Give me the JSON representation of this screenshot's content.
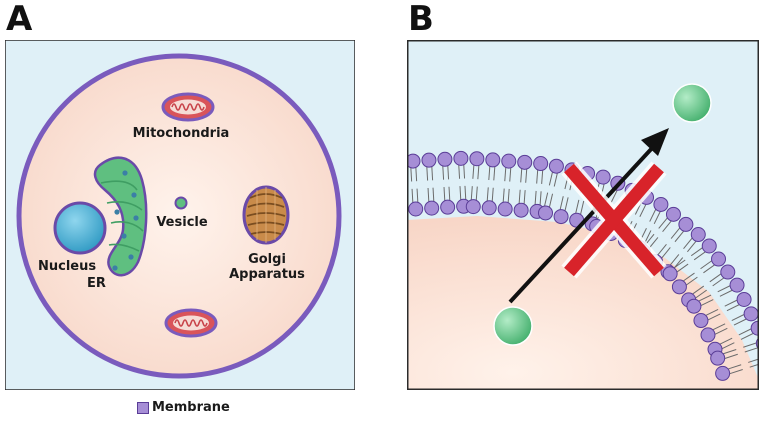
{
  "panels": {
    "a": {
      "letter": "A",
      "labels": {
        "mitochondria": "Mitochondria",
        "vesicle": "Vesicle",
        "nucleus": "Nucleus",
        "er": "ER",
        "golgi_line1": "Golgi",
        "golgi_line2": "Apparatus"
      }
    },
    "b": {
      "letter": "B"
    }
  },
  "legend": {
    "label": "Membrane"
  },
  "colors": {
    "background": "#dff0f7",
    "cytoplasm": "#fbe3d8",
    "membrane": "#a68ed6",
    "membrane_outline": "#5a3d97",
    "nucleus": "#4bb3d6",
    "er": "#5fbf80",
    "golgi": "#c98b4a",
    "mitochondria": "#d9545a",
    "molecule": "#6fce93",
    "blocked_mark": "#d8232a"
  }
}
